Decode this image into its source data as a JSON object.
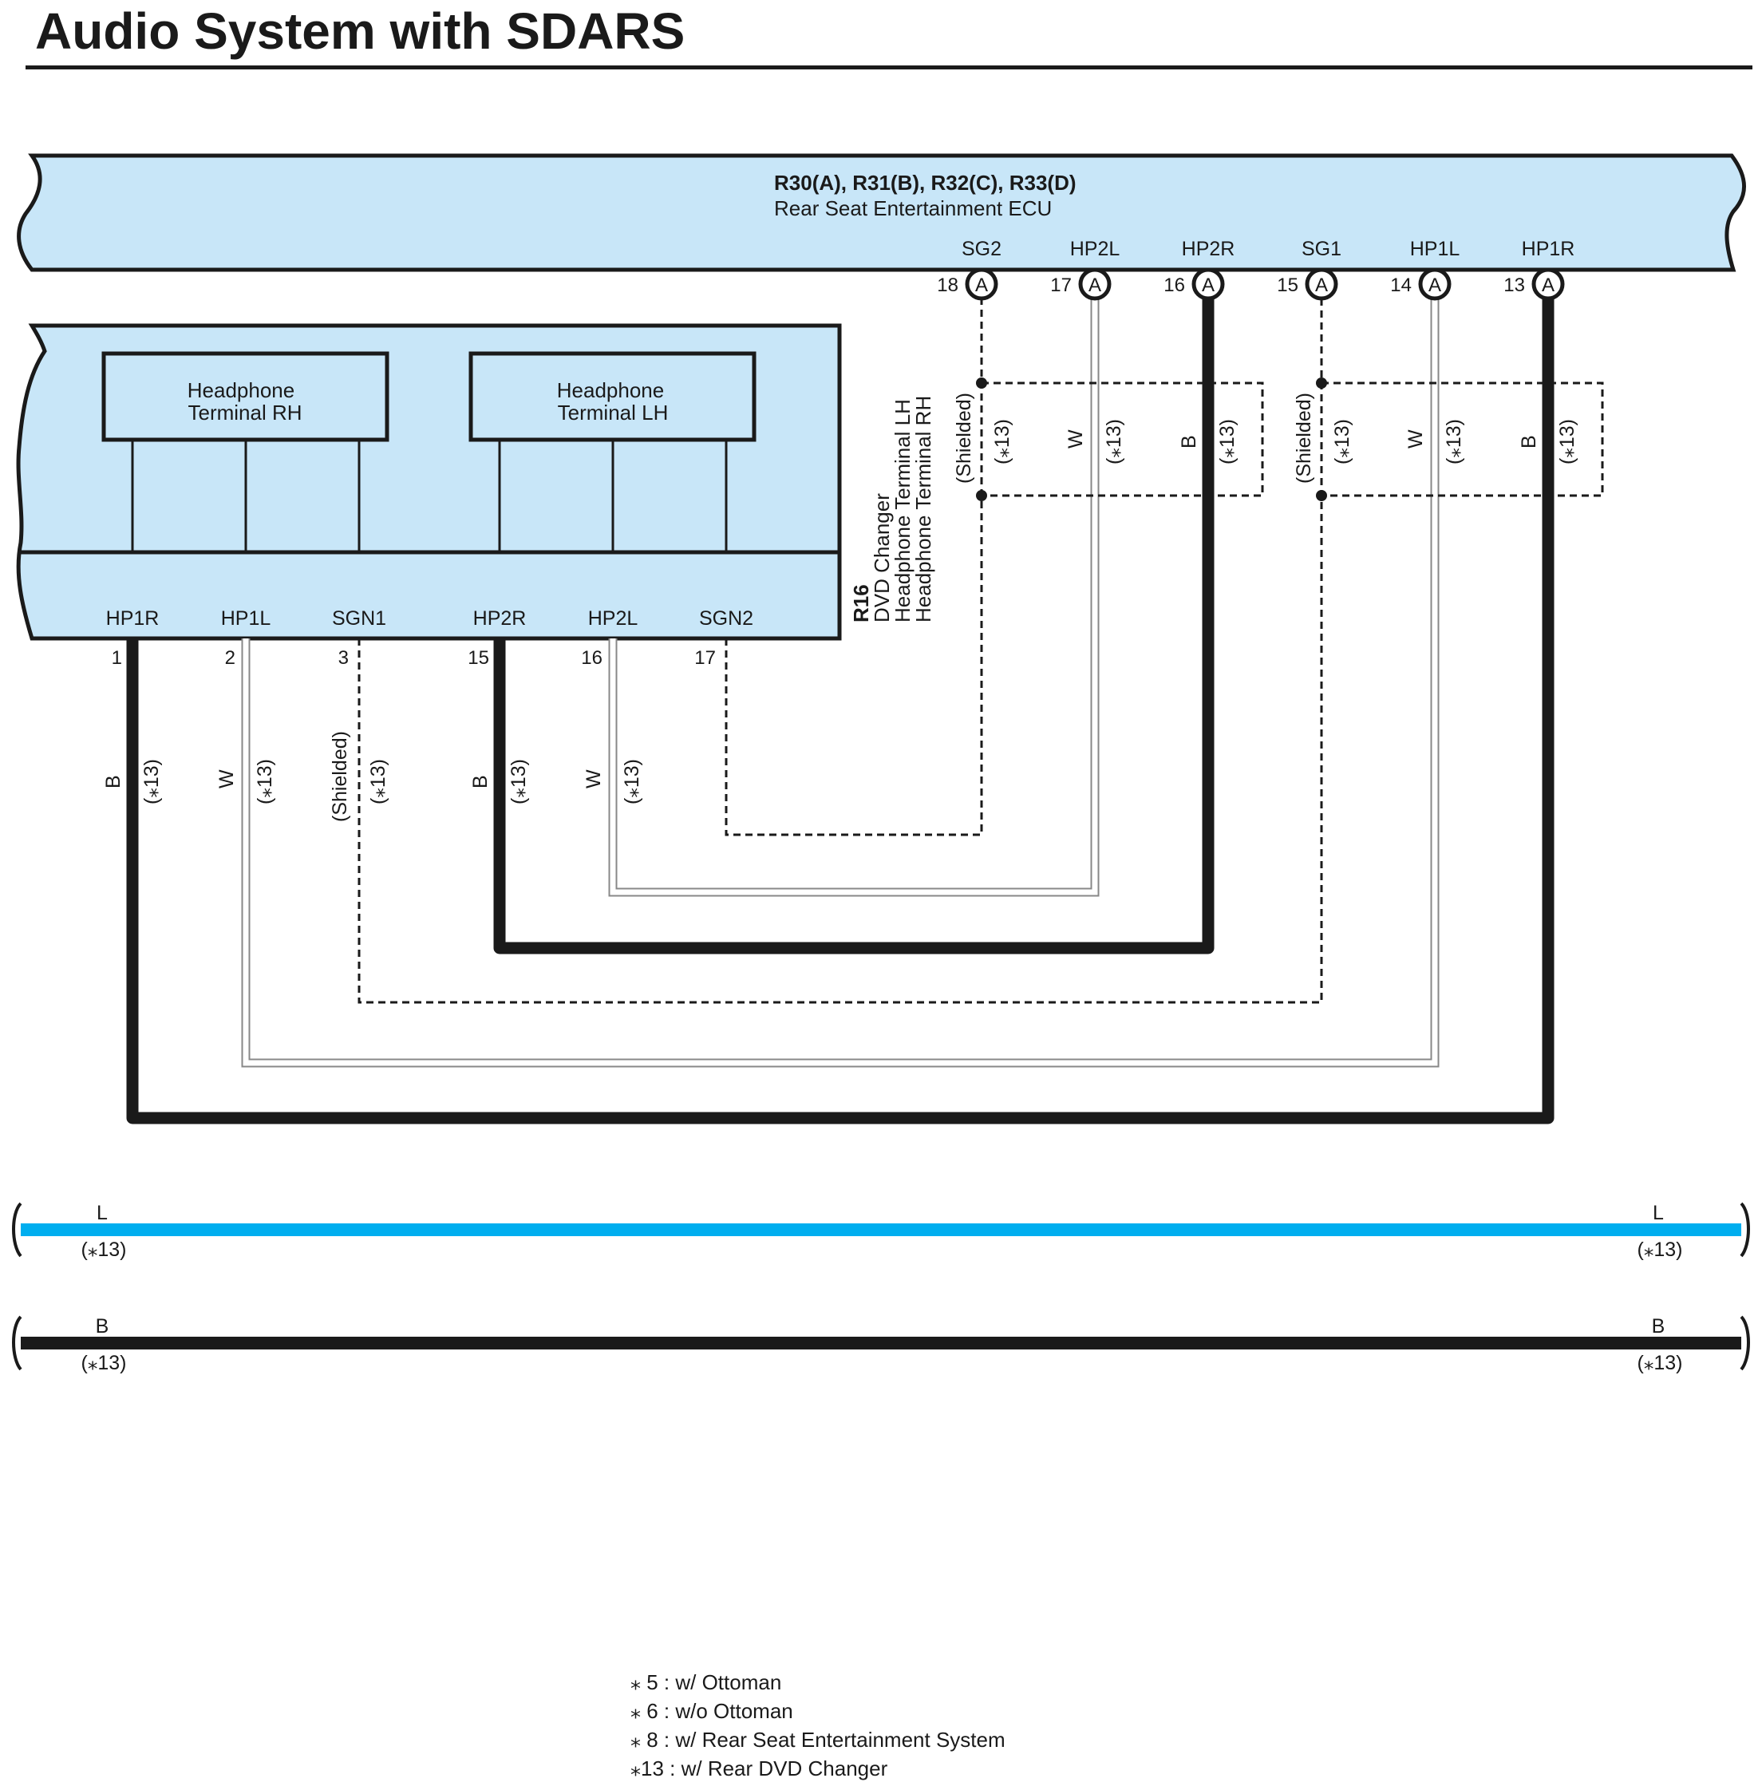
{
  "title": "Audio System with SDARS",
  "ecu": {
    "connectors": "R30(A), R31(B), R32(C), R33(D)",
    "name": "Rear Seat Entertainment ECU",
    "fill_color": "#c8e6f8",
    "pins": [
      {
        "name": "SG2",
        "num": "18",
        "conn": "A"
      },
      {
        "name": "HP2L",
        "num": "17",
        "conn": "A"
      },
      {
        "name": "HP2R",
        "num": "16",
        "conn": "A"
      },
      {
        "name": "SG1",
        "num": "15",
        "conn": "A"
      },
      {
        "name": "HP1L",
        "num": "14",
        "conn": "A"
      },
      {
        "name": "HP1R",
        "num": "13",
        "conn": "A"
      }
    ]
  },
  "dvd": {
    "code": "R16",
    "name_lines": [
      "DVD Changer",
      "Headphone Terminal LH",
      "Headphone Terminal RH"
    ],
    "fill_color": "#c8e6f8",
    "terminal_rh": [
      "Headphone",
      "Terminal RH"
    ],
    "terminal_lh": [
      "Headphone",
      "Terminal LH"
    ],
    "pins": [
      {
        "name": "HP1R",
        "num": "1"
      },
      {
        "name": "HP1L",
        "num": "2"
      },
      {
        "name": "SGN1",
        "num": "3"
      },
      {
        "name": "HP2R",
        "num": "15"
      },
      {
        "name": "HP2L",
        "num": "16"
      },
      {
        "name": "SGN2",
        "num": "17"
      }
    ]
  },
  "wire_labels": {
    "black": "B",
    "white": "W",
    "shielded": "(Shielded)",
    "option": "(⁎13)"
  },
  "buses": [
    {
      "label_left": "L",
      "label_right": "L",
      "option_left": "(⁎13)",
      "option_right": "(⁎13)",
      "color": "#00aeef"
    },
    {
      "label_left": "B",
      "label_right": "B",
      "option_left": "(⁎13)",
      "option_right": "(⁎13)",
      "color": "#1a1a1a"
    }
  ],
  "notes": [
    "⁎ 5 : w/ Ottoman",
    "⁎ 6 : w/o Ottoman",
    "⁎ 8 : w/ Rear Seat Entertainment System",
    "⁎13 : w/ Rear DVD Changer"
  ]
}
